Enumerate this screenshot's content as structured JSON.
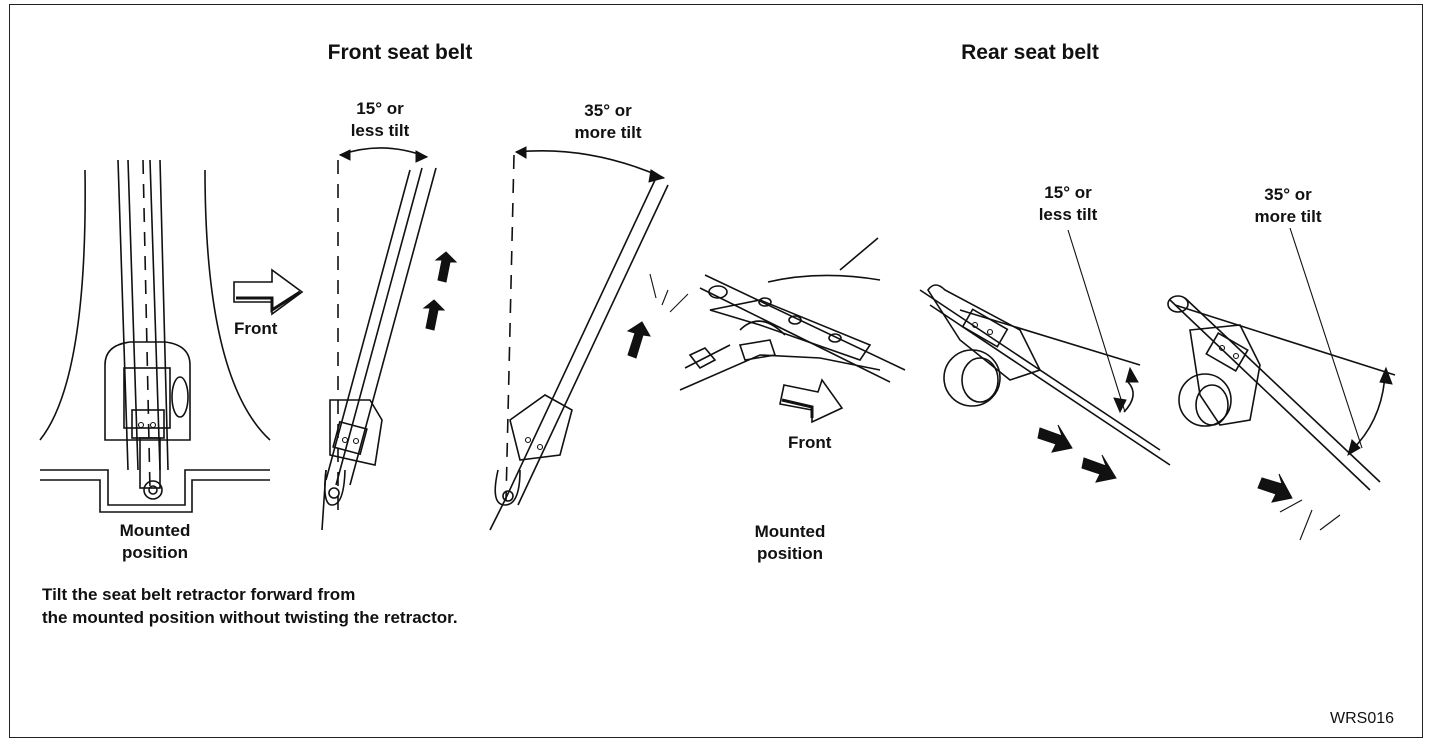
{
  "front": {
    "title": "Front seat belt",
    "front_label": "Front",
    "mounted_label": "Mounted\nposition",
    "tilt_small": "15° or\nless tilt",
    "tilt_large": "35° or\nmore tilt"
  },
  "rear": {
    "title": "Rear seat belt",
    "front_label": "Front",
    "mounted_label": "Mounted\nposition",
    "tilt_small": "15° or\nless tilt",
    "tilt_large": "35° or\nmore tilt"
  },
  "instruction": "Tilt the seat belt retractor forward from\nthe mounted position without twisting the retractor.",
  "figure_id": "WRS016"
}
